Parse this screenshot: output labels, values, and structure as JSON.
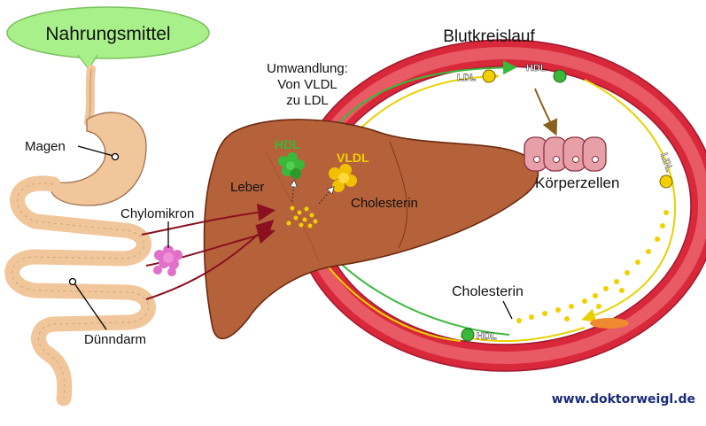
{
  "labels": {
    "food": "Nahrungsmittel",
    "circulation": "Blutkreislauf",
    "conversion_line1": "Umwandlung:",
    "conversion_line2": "Von VLDL",
    "conversion_line3": "zu LDL",
    "stomach": "Magen",
    "liver": "Leber",
    "chylomicron": "Chylomikron",
    "small_intestine": "Dünndarm",
    "hdl_liver": "HDL",
    "vldl": "VLDL",
    "cholesterol_liver": "Cholesterin",
    "body_cells": "Körperzellen",
    "cholesterol_vessel": "Cholesterin",
    "ldl_top": "LDL",
    "hdl_top": "HDL",
    "ldl_right": "LDL",
    "hdl_bottom": "HDL",
    "credit": "www.doktorweigl.de"
  },
  "colors": {
    "food_bubble": "#a8f08a",
    "intestine": "#f0c69a",
    "liver": "#b5623a",
    "vessel": "#d8283a",
    "vessel_inner": "#e85a64",
    "hdl": "#3ab83a",
    "ldl": "#f2d000",
    "chylomicron": "#e070c8",
    "cells": "#e8a0a8",
    "credit": "#1a2a7a"
  }
}
